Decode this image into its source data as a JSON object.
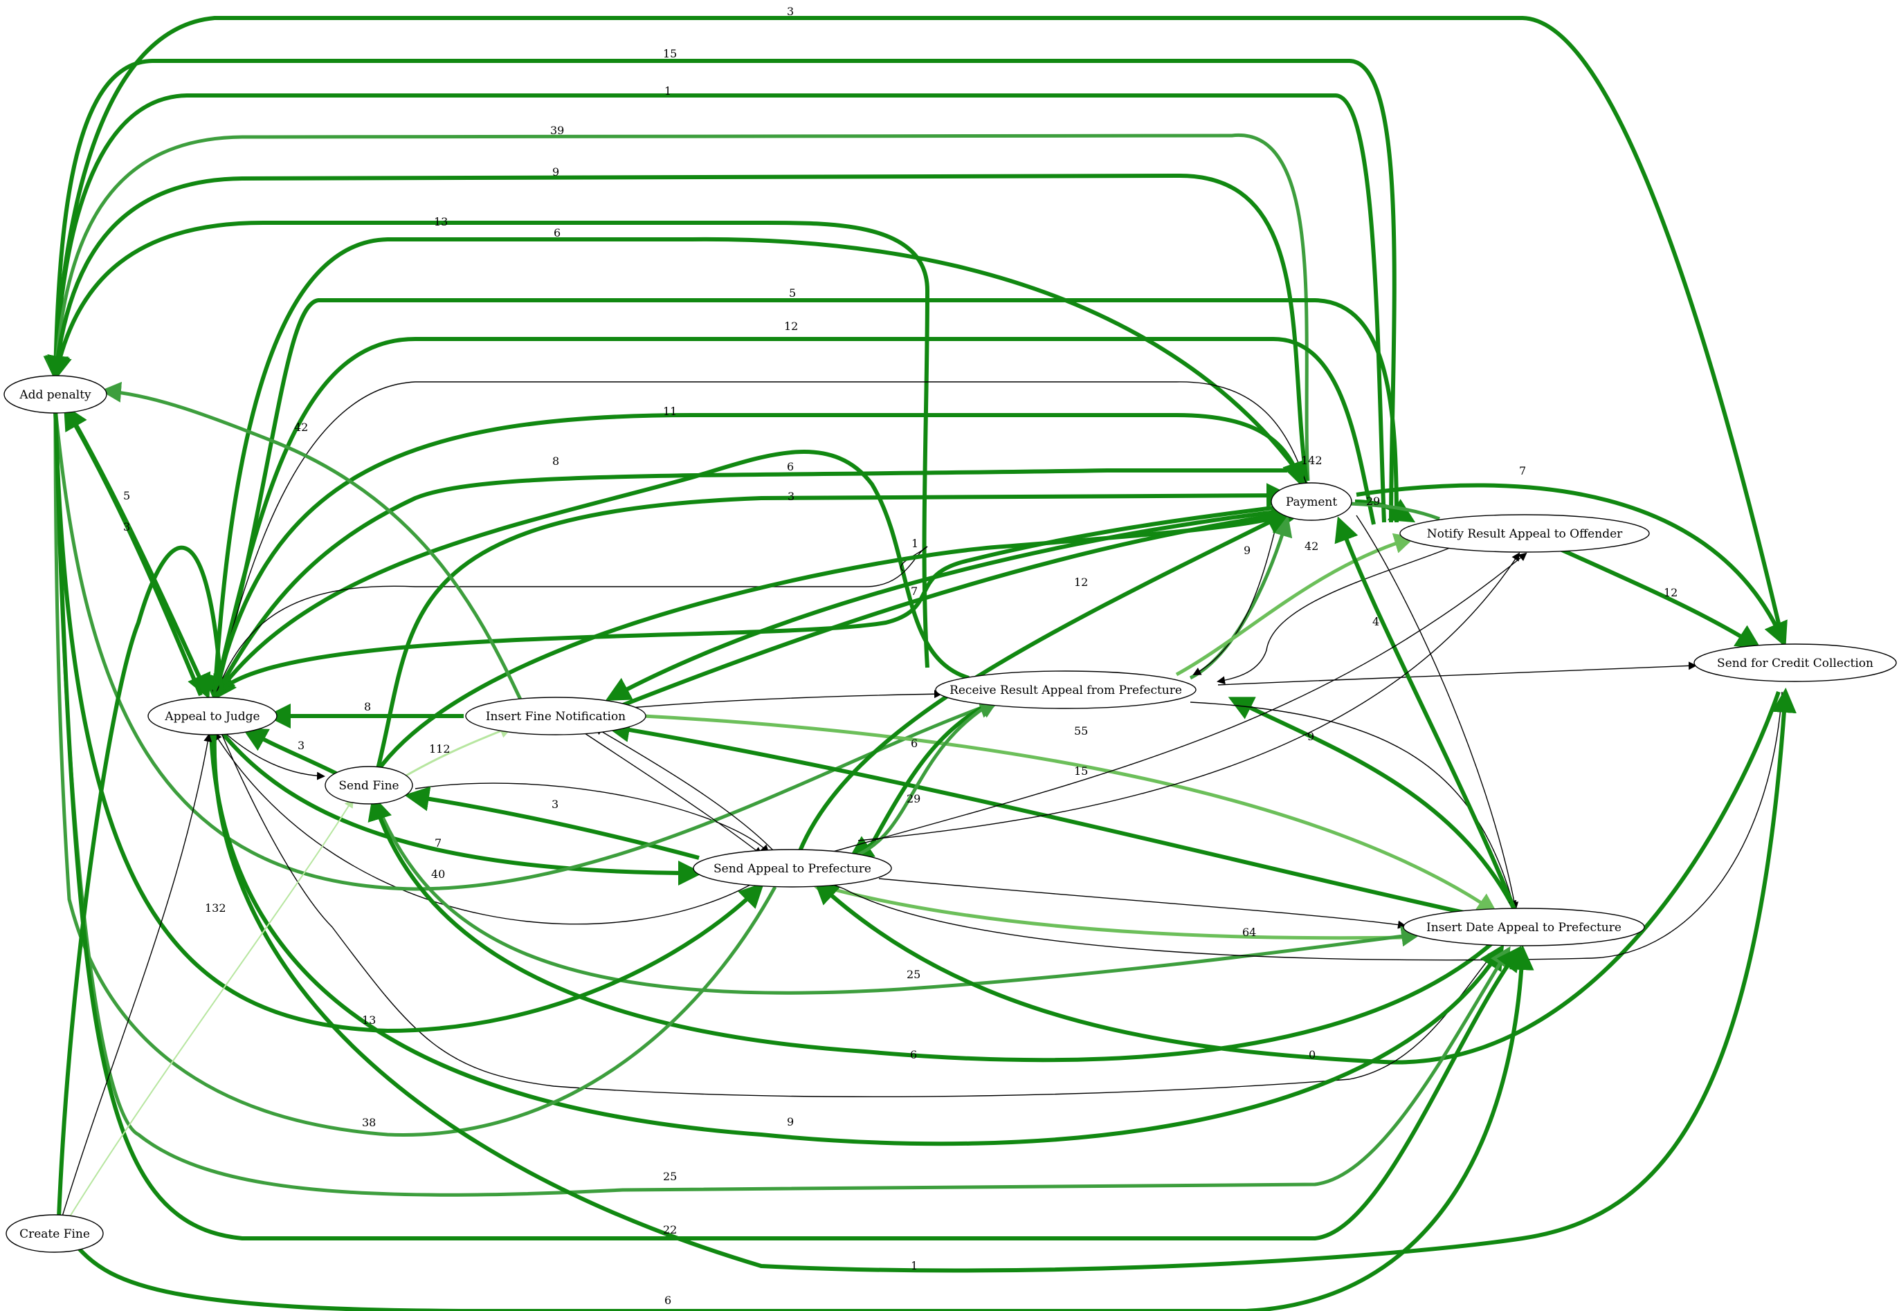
{
  "nodes": [
    {
      "id": "add_penalty",
      "label": "Add penalty"
    },
    {
      "id": "appeal_judge",
      "label": "Appeal to Judge"
    },
    {
      "id": "send_fine",
      "label": "Send Fine"
    },
    {
      "id": "insert_notif",
      "label": "Insert Fine Notification"
    },
    {
      "id": "receive_result",
      "label": "Receive Result Appeal from Prefecture"
    },
    {
      "id": "payment",
      "label": "Payment"
    },
    {
      "id": "notify_result",
      "label": "Notify Result Appeal to Offender"
    },
    {
      "id": "credit",
      "label": "Send for Credit Collection"
    },
    {
      "id": "send_appeal",
      "label": "Send Appeal to Prefecture"
    },
    {
      "id": "insert_date",
      "label": "Insert Date Appeal to Prefecture"
    },
    {
      "id": "create_fine",
      "label": "Create Fine"
    }
  ],
  "edge_labels": [
    "3",
    "15",
    "1",
    "39",
    "9",
    "13",
    "6",
    "5",
    "12",
    "42",
    "11",
    "8",
    "6",
    "3",
    "1",
    "7",
    "12",
    "142",
    "29",
    "42",
    "9",
    "4",
    "7",
    "12",
    "8",
    "112",
    "3",
    "3",
    "55",
    "6",
    "15",
    "9",
    "29",
    "7",
    "40",
    "64",
    "25",
    "132",
    "13",
    "6",
    "0",
    "38",
    "9",
    "25",
    "22",
    "1",
    "6",
    "5",
    "3"
  ],
  "colors": {
    "dark": "#118811",
    "mid": "#3d9e3d",
    "light": "#6cbf5a",
    "pale": "#b7e6a0",
    "black": "#000000"
  }
}
